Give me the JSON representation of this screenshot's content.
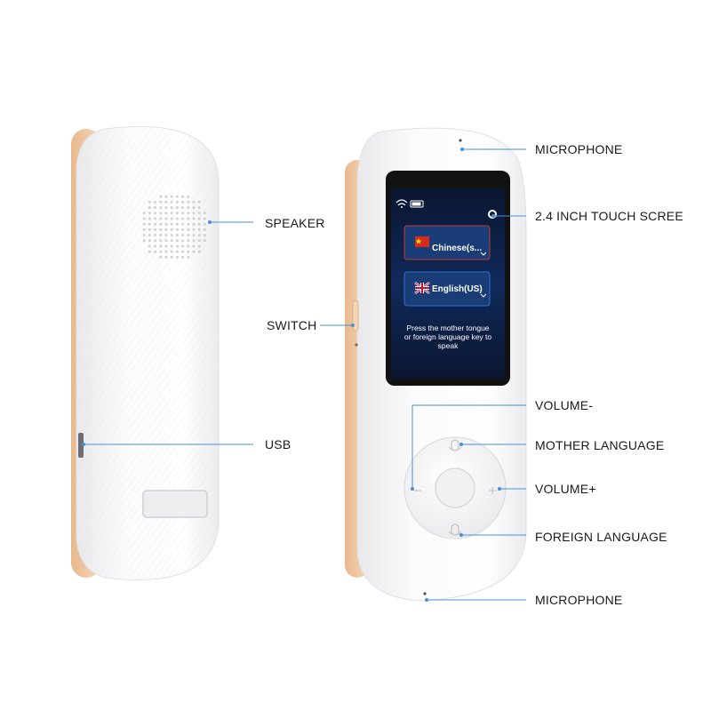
{
  "callouts": {
    "microphone_top": "MICROPHONE",
    "touch_screen": "2.4 INCH TOUCH SCREE",
    "speaker": "SPEAKER",
    "switch": "SWITCH",
    "usb": "USB",
    "volume_minus": "VOLUME-",
    "mother_language": "MOTHER LANGUAGE",
    "volume_plus": "VOLUME+",
    "foreign_language": "FOREIGN LANGUAGE",
    "microphone_bottom": "MICROPHONE"
  },
  "screen": {
    "language_top": "Chinese(s...",
    "language_bottom": "English(US)",
    "instruction_line1": "Press the mother tongue",
    "instruction_line2": "or foreign language key to",
    "instruction_line3": "speak"
  },
  "colors": {
    "callout_line": "#4a90d9",
    "device_body": "#f7f7f8",
    "device_edge": "#f0c9a0",
    "screen_bg": "#0b1b3a",
    "screen_accent": "#1d4f9c"
  }
}
